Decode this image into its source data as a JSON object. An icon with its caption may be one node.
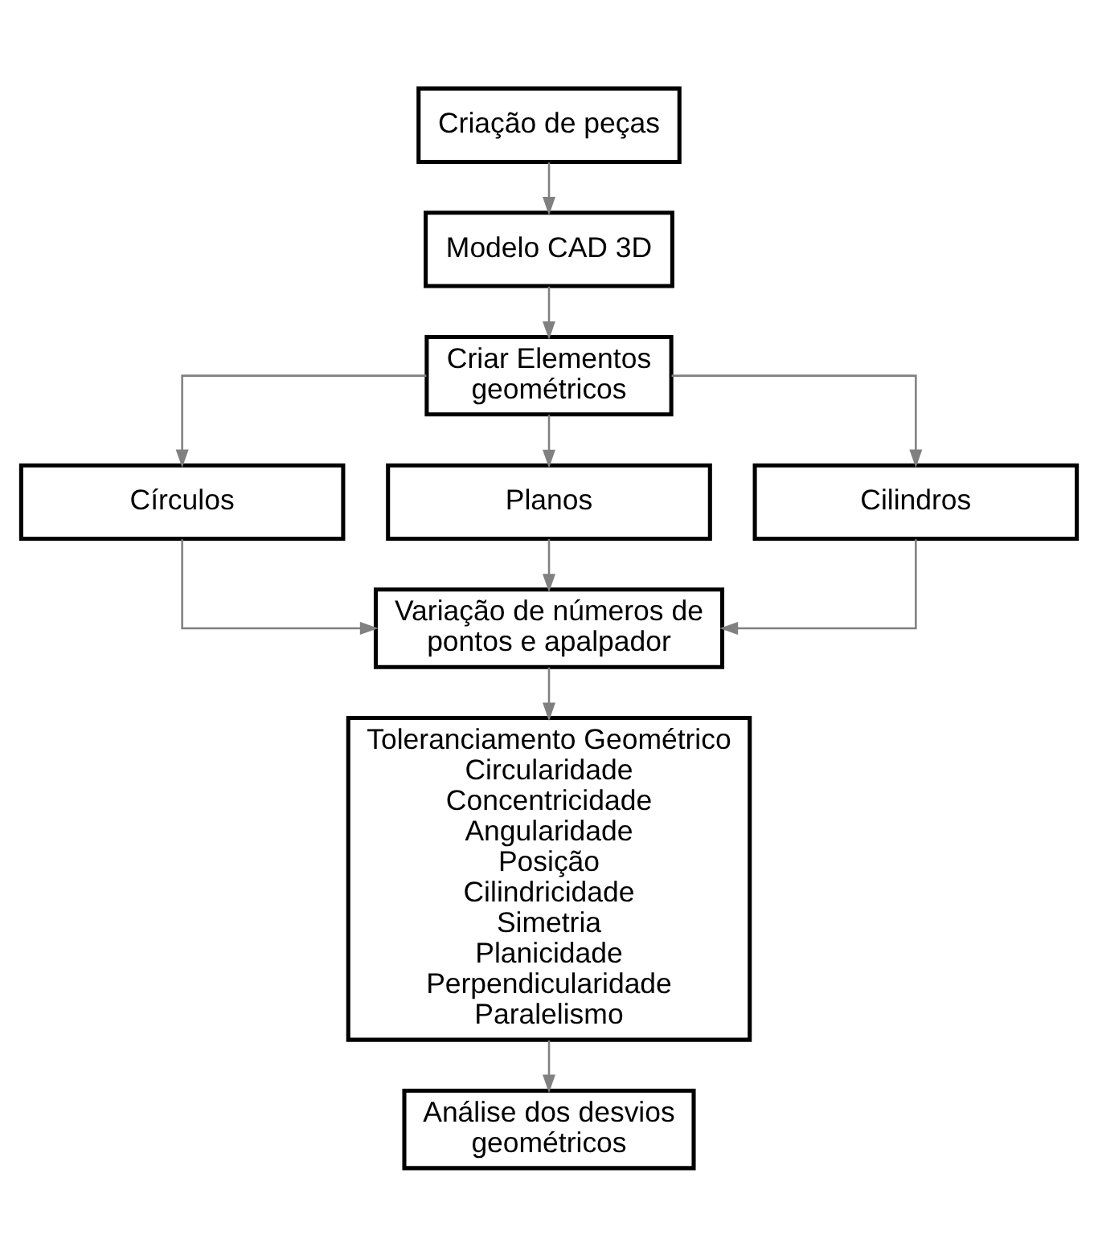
{
  "diagram": {
    "nodes": [
      {
        "text": [
          "Criação de peças"
        ]
      },
      {
        "text": [
          "Modelo CAD 3D"
        ]
      },
      {
        "text": [
          "Criar Elementos geométricos"
        ]
      },
      {
        "text": [
          "Círculos"
        ]
      },
      {
        "text": [
          "Planos"
        ]
      },
      {
        "text": [
          "Cilindros"
        ]
      },
      {
        "text": [
          "Variação de números de pontos e apalpador"
        ]
      },
      {
        "text": [
          "Toleranciamento Geométrico",
          "Circularidade",
          "Concentricidade",
          "Angularidade",
          "Posição",
          "Cilindricidade",
          "Simetria",
          "Planicidade",
          "Perpendicularidade",
          "Paralelismo"
        ]
      },
      {
        "text": [
          "Análise dos desvios geométricos"
        ]
      }
    ],
    "edges": [
      {
        "from": 0,
        "to": 1,
        "arrow": "to"
      },
      {
        "from": 1,
        "to": 2,
        "arrow": "to"
      },
      {
        "from": 2,
        "to": 3,
        "arrow": "to"
      },
      {
        "from": 2,
        "to": 4,
        "arrow": "to"
      },
      {
        "from": 2,
        "to": 5,
        "arrow": "to"
      },
      {
        "from": 3,
        "to": 6,
        "arrow": "to"
      },
      {
        "from": 4,
        "to": 6,
        "arrow": "to"
      },
      {
        "from": 5,
        "to": 6,
        "arrow": "to"
      },
      {
        "from": 6,
        "to": 7,
        "arrow": "to"
      },
      {
        "from": 7,
        "to": 8,
        "arrow": "to"
      }
    ]
  }
}
